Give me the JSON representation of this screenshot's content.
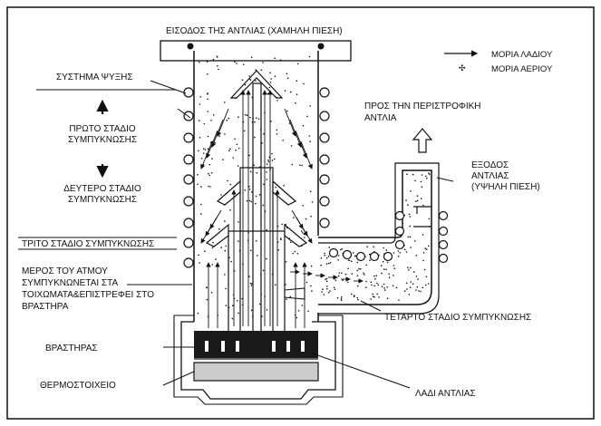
{
  "labels": {
    "inlet": "ΕΙΣΟΔΟΣ ΤΗΣ ΑΝΤΛΙΑΣ (ΧΑΜΗΛΗ ΠΙΕΣΗ)",
    "oil_particles": "ΜΟΡΙΑ ΛΑΔΙΟΥ",
    "gas_particles": "ΜΟΡΙΑ ΑΕΡΙΟΥ",
    "cooling_system": "ΣΥΣΤΗΜΑ ΨΥΞΗΣ",
    "first_stage_line1": "ΠΡΩΤΟ ΣΤΑΔΙΟ",
    "first_stage_line2": "ΣΥΜΠΥΚΝΩΣΗΣ",
    "second_stage_line1": "ΔΕΥΤΕΡΟ ΣΤΑΔΙΟ",
    "second_stage_line2": "ΣΥΜΠΥΚΝΩΣΗΣ",
    "third_stage": "ΤΡΙΤΟ ΣΤΑΔΙΟ ΣΥΜΠΥΚΝΩΣΗΣ",
    "vapor_line1": "ΜΕΡΟΣ ΤΟΥ ΑΤΜΟΥ",
    "vapor_line2": "ΣΥΜΠΥΚΝΩΝΕΤΑΙ ΣΤΑ",
    "vapor_line3": "ΤΟΙΧΩΜΑΤΑ&ΕΠΙΣΤΡΕΦΕΙ ΣΤΟ",
    "vapor_line4": "ΒΡΑΣΤΗΡΑ",
    "boiler": "ΒΡΑΣΤΗΡΑΣ",
    "heater": "ΘΕΡΜΟΣΤΟΙΧΕΙΟ",
    "to_rotary_line1": "ΠΡΟΣ ΤΗΝ ΠΕΡΙΣΤΡΟΦΙΚΗ",
    "to_rotary_line2": "ΑΝΤΛΙΑ",
    "outlet_line1": "ΕΞΟΔΟΣ",
    "outlet_line2": "ΑΝΤΛΙΑΣ",
    "outlet_line3": "(ΥΨΗΛΗ ΠΙΕΣΗ)",
    "fourth_stage": "ΤΕΤΑΡΤΟ ΣΤΑΔΙΟ ΣΥΜΠΥΚΝΩΣΗΣ",
    "pump_oil": "ΛΑΔΙ ΑΝΤΛΙΑΣ"
  },
  "colors": {
    "line": "#111111",
    "boiler_oil": "#1a1a1a",
    "heater": "#cccccc",
    "background": "#ffffff"
  },
  "icons": {
    "legend_oil": "arrow-right-icon",
    "legend_gas": "asterisk-icon",
    "cooling_arrow_up": "arrow-up-icon",
    "cooling_arrow_down": "arrow-down-icon",
    "exhaust_arrow": "hollow-arrow-up-icon"
  }
}
